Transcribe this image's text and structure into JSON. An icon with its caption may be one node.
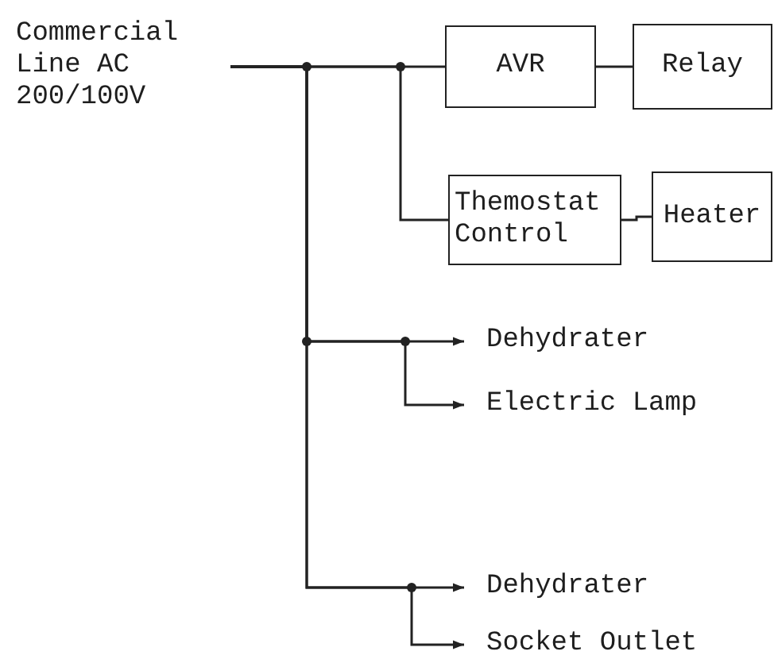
{
  "diagram": {
    "nodes": [
      {
        "text": [
          "Commercial Line AC 200/100V"
        ]
      },
      {
        "text": [
          "AVR"
        ]
      },
      {
        "text": [
          "Relay"
        ]
      },
      {
        "text": [
          "Themostat Control"
        ]
      },
      {
        "text": [
          "Heater"
        ]
      },
      {
        "text": [
          "Dehydrater"
        ]
      },
      {
        "text": [
          "Electric Lamp"
        ]
      },
      {
        "text": [
          "Dehydrater"
        ]
      },
      {
        "text": [
          "Socket Outlet"
        ]
      }
    ],
    "edges": [
      {
        "from": 0,
        "to": 1,
        "arrow": "none"
      },
      {
        "from": 1,
        "to": 2,
        "arrow": "none"
      },
      {
        "from": 0,
        "to": 3,
        "arrow": "none"
      },
      {
        "from": 3,
        "to": 4,
        "arrow": "none"
      },
      {
        "from": 0,
        "to": 5,
        "arrow": "to"
      },
      {
        "from": 0,
        "to": 6,
        "arrow": "to"
      },
      {
        "from": 0,
        "to": 7,
        "arrow": "to"
      },
      {
        "from": 0,
        "to": 8,
        "arrow": "to"
      }
    ]
  }
}
